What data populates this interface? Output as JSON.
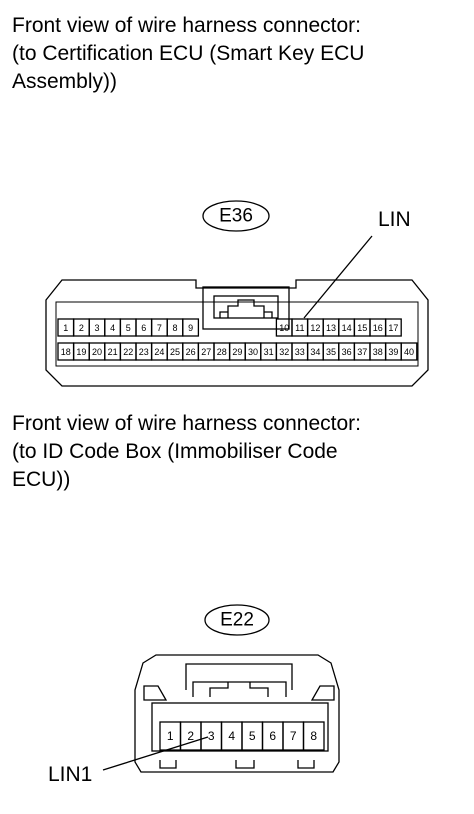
{
  "captions": {
    "first": [
      "Front view of wire harness connector:",
      "(to Certification ECU (Smart Key ECU",
      "Assembly))"
    ],
    "second": [
      "Front view of wire harness connector:",
      "(to ID Code Box (Immobiliser Code",
      "ECU))"
    ]
  },
  "connector_e36": {
    "id": "E36",
    "pointer_label": "LIN",
    "pointer_pin": "10",
    "top_row": [
      "1",
      "2",
      "3",
      "4",
      "5",
      "6",
      "7",
      "8",
      "9",
      "",
      "10",
      "11",
      "12",
      "13",
      "14",
      "15",
      "16",
      "17"
    ],
    "bottom_row": [
      "18",
      "19",
      "20",
      "21",
      "22",
      "23",
      "24",
      "25",
      "26",
      "27",
      "28",
      "29",
      "30",
      "31",
      "32",
      "33",
      "34",
      "35",
      "36",
      "37",
      "38",
      "39",
      "40"
    ]
  },
  "connector_e22": {
    "id": "E22",
    "pointer_label": "LIN1",
    "pointer_pin": "3",
    "pins": [
      "1",
      "2",
      "3",
      "4",
      "5",
      "6",
      "7",
      "8"
    ]
  }
}
